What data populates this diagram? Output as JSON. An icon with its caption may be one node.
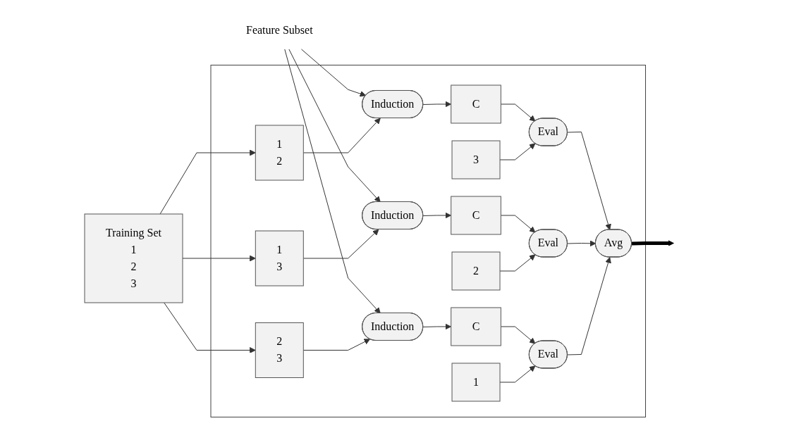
{
  "diagram": {
    "nodes": [
      {
        "text": [
          "Feature Subset"
        ]
      },
      {
        "text": [
          "Training Set",
          "1",
          "2",
          "3"
        ]
      },
      {
        "text": [],
        "shape": "box"
      },
      {
        "text": [
          "1",
          "2"
        ],
        "in": 2
      },
      {
        "text": [
          "Induction"
        ],
        "in": 2
      },
      {
        "text": [
          "C"
        ],
        "in": 2
      },
      {
        "text": [
          "3"
        ],
        "in": 2
      },
      {
        "text": [
          "Eval"
        ],
        "in": 2
      },
      {
        "text": [
          "1",
          "3"
        ],
        "in": 2
      },
      {
        "text": [
          "Induction"
        ],
        "in": 2
      },
      {
        "text": [
          "C"
        ],
        "in": 2
      },
      {
        "text": [
          "2"
        ],
        "in": 2
      },
      {
        "text": [
          "Eval"
        ],
        "in": 2
      },
      {
        "text": [
          "Avg"
        ],
        "in": 2
      },
      {
        "text": [
          "2",
          "3"
        ],
        "in": 2
      },
      {
        "text": [
          "Induction"
        ],
        "in": 2
      },
      {
        "text": [
          "C"
        ],
        "in": 2
      },
      {
        "text": [
          "1"
        ],
        "in": 2
      },
      {
        "text": [
          "Eval"
        ],
        "in": 2
      }
    ],
    "edges": [
      {
        "from": 1,
        "to": 3,
        "arrow": "to"
      },
      {
        "from": 1,
        "to": 8,
        "arrow": "to"
      },
      {
        "from": 1,
        "to": 14,
        "arrow": "to"
      },
      {
        "from": 0,
        "to": 4,
        "arrow": "to"
      },
      {
        "from": 0,
        "to": 9,
        "arrow": "to"
      },
      {
        "from": 0,
        "to": 15,
        "arrow": "to"
      },
      {
        "from": 3,
        "to": 4,
        "arrow": "to"
      },
      {
        "from": 8,
        "to": 9,
        "arrow": "to"
      },
      {
        "from": 14,
        "to": 15,
        "arrow": "to"
      },
      {
        "from": 4,
        "to": 5,
        "arrow": "to"
      },
      {
        "from": 9,
        "to": 10,
        "arrow": "to"
      },
      {
        "from": 15,
        "to": 16,
        "arrow": "to"
      },
      {
        "from": 5,
        "to": 7,
        "arrow": "to"
      },
      {
        "from": 6,
        "to": 7,
        "arrow": "to"
      },
      {
        "from": 10,
        "to": 12,
        "arrow": "to"
      },
      {
        "from": 11,
        "to": 12,
        "arrow": "to"
      },
      {
        "from": 16,
        "to": 18,
        "arrow": "to"
      },
      {
        "from": 17,
        "to": 18,
        "arrow": "to"
      },
      {
        "from": 7,
        "to": 13,
        "arrow": "to"
      },
      {
        "from": 12,
        "to": 13,
        "arrow": "to"
      },
      {
        "from": 18,
        "to": 13,
        "arrow": "to"
      },
      {
        "from": 13,
        "to": null,
        "arrow": "to",
        "style": "thick"
      }
    ]
  }
}
